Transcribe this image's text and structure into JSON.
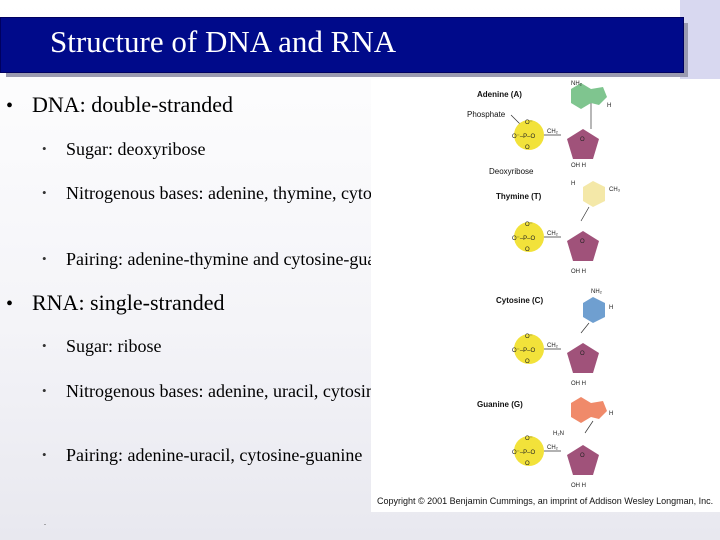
{
  "title": "Structure of DNA and RNA",
  "bullets": {
    "dna": {
      "heading": "DNA: double-stranded",
      "items": [
        "Sugar: deoxyribose",
        "Nitrogenous bases: adenine, thymine, cytosine, guanine",
        "Pairing: adenine-thymine and cytosine-guanine"
      ]
    },
    "rna": {
      "heading": "RNA: single-stranded",
      "items": [
        "Sugar: ribose",
        "Nitrogenous bases: adenine, uracil, cytosine, guanine",
        "Pairing: adenine-uracil, cytosine-guanine"
      ]
    }
  },
  "figure": {
    "labels": {
      "adenine": "Adenine (A)",
      "phosphate": "Phosphate",
      "deoxyribose": "Deoxyribose",
      "thymine": "Thymine (T)",
      "cytosine": "Cytosine (C)",
      "guanine": "Guanine (G)"
    },
    "credit": "Copyright © 2001 Benjamin Cummings, an imprint of Addison Wesley Longman, Inc."
  },
  "footer_mark": ".",
  "colors": {
    "title_bg": "#000a8a",
    "title_text": "#ffffff",
    "phosphate": "#f2e23a",
    "sugar": "#a0527a",
    "adenine": "#7fc58f",
    "thymine": "#f4e8a8",
    "cytosine": "#6f9fd0",
    "guanine": "#f08a6a"
  }
}
